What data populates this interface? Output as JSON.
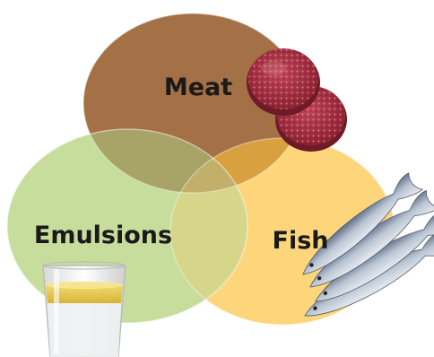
{
  "diagram": {
    "sets": [
      {
        "id": "meat",
        "label": "Meat",
        "color": "#a47045",
        "image": "meat-patties"
      },
      {
        "id": "fish",
        "label": "Fish",
        "color": "#fdd57a",
        "image": "sardines"
      },
      {
        "id": "emulsions",
        "label": "Emulsions",
        "color": "#c7dd9c",
        "image": "oil-water-glass"
      }
    ],
    "intersection_colors": {
      "meat_fish": "#d8a03e",
      "meat_emulsions": "#a8a468",
      "fish_emulsions": "#d6d68a",
      "all": "#c2b06a"
    }
  }
}
